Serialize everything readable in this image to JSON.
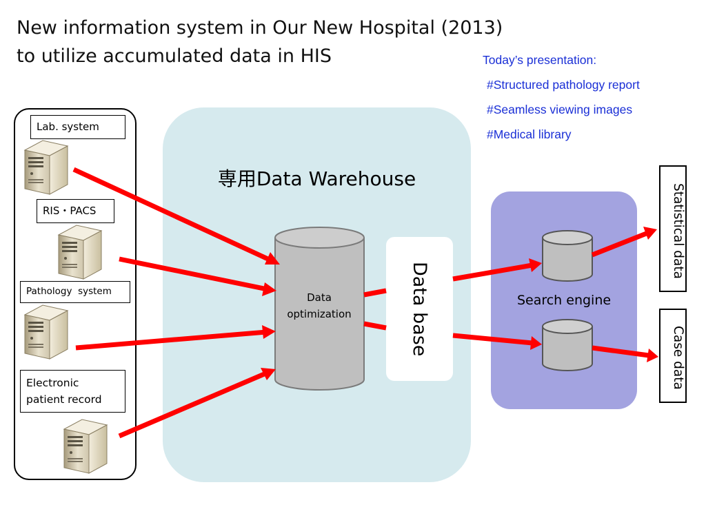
{
  "title": {
    "line1": "New information system in Our New Hospital (2013)",
    "line2": "to utilize accumulated data in HIS"
  },
  "agenda": {
    "heading": "Today’s presentation:",
    "items": [
      "#Structured pathology report",
      "#Seamless viewing images",
      "#Medical library"
    ],
    "color": "#1a2fd6"
  },
  "sources": [
    {
      "label": "Lab. system",
      "icon": "server-icon"
    },
    {
      "label": "RIS・PACS",
      "icon": "server-icon"
    },
    {
      "label": "Pathology  system",
      "icon": "server-icon"
    },
    {
      "label": "Electronic patient record",
      "label_line1": "Electronic",
      "label_line2": "patient record",
      "icon": "server-icon"
    }
  ],
  "warehouse": {
    "title": "専用Data Warehouse",
    "optimization_line1": "Data",
    "optimization_line2": "optimization",
    "database": "Data base",
    "background": "#d6eaee"
  },
  "search": {
    "label": "Search engine",
    "background": "#a3a3e0"
  },
  "outputs": {
    "statistical": "Statistical data",
    "case": "Case data"
  },
  "colors": {
    "arrow": "#ff0000",
    "cylinder": "#bfbfbf"
  }
}
